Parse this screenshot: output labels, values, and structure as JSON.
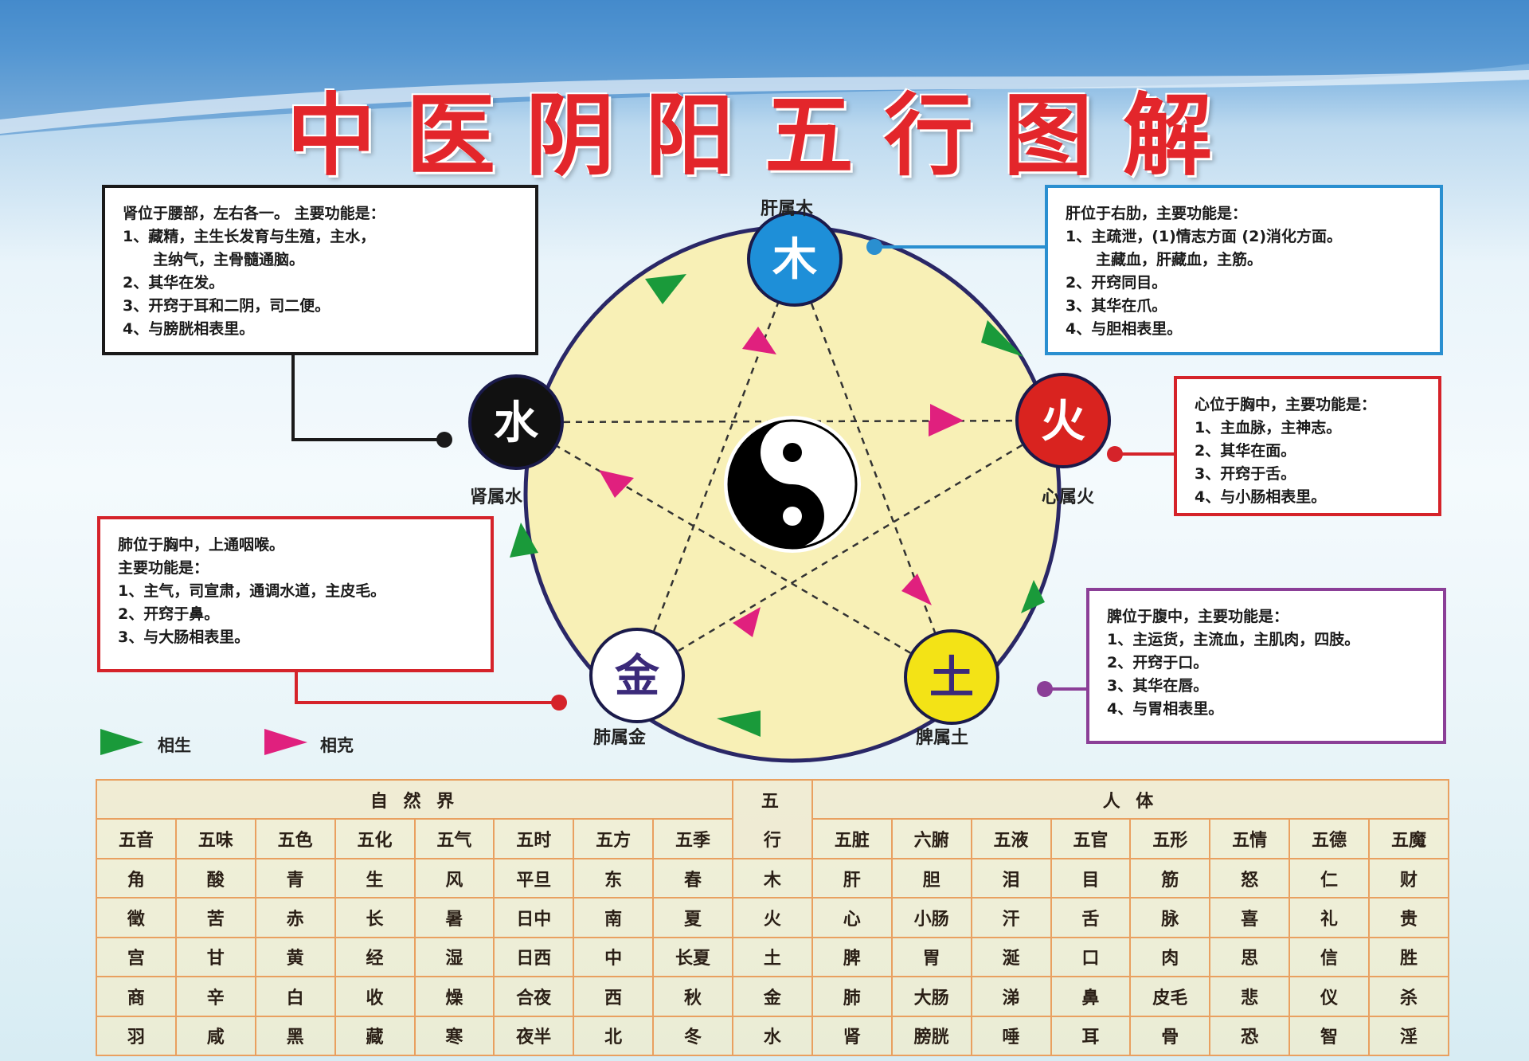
{
  "title": "中医阴阳五行图解",
  "elements": {
    "wood": {
      "glyph": "木",
      "label": "肝属木",
      "color": "#1e8fd8",
      "text_color": "#ffffff"
    },
    "fire": {
      "glyph": "火",
      "label": "心属火",
      "color": "#d9231f",
      "text_color": "#ffffff"
    },
    "earth": {
      "glyph": "土",
      "label": "脾属土",
      "color": "#f3e316",
      "text_color": "#3b2a7a"
    },
    "metal": {
      "glyph": "金",
      "label": "肺属金",
      "color": "#ffffff",
      "text_color": "#3b2a7a"
    },
    "water": {
      "glyph": "水",
      "label": "肾属水",
      "color": "#111111",
      "text_color": "#ffffff"
    }
  },
  "cycle_color": "#f8f0b6",
  "legend": {
    "generate": {
      "label": "相生",
      "color": "#1a9a3a"
    },
    "restrain": {
      "label": "相克",
      "color": "#e0207e"
    }
  },
  "boxes": {
    "kidney": [
      "肾位于腰部，左右各一。 主要功能是：",
      "1、藏精，主生长发育与生殖，主水，",
      "主纳气，主骨髓通脑。",
      "2、其华在发。",
      "3、开窍于耳和二阴，司二便。",
      "4、与膀胱相表里。"
    ],
    "liver": [
      "肝位于右肋，主要功能是：",
      "1、主疏泄，(1)情志方面 (2)消化方面。",
      "主藏血，肝藏血，主筋。",
      "2、开窍同目。",
      "3、其华在爪。",
      "4、与胆相表里。"
    ],
    "heart": [
      "心位于胸中，主要功能是：",
      "1、主血脉，主神志。",
      "2、其华在面。",
      "3、开窍于舌。",
      "4、与小肠相表里。"
    ],
    "lung": [
      "肺位于胸中，上通咽喉。",
      "主要功能是：",
      "1、主气，司宣肃，通调水道，主皮毛。",
      "2、开窍于鼻。",
      "3、与大肠相表里。"
    ],
    "spleen": [
      "脾位于腹中，主要功能是：",
      "1、主运货，主流血，主肌肉，四肢。",
      "2、开窍于口。",
      "3、其华在唇。",
      "4、与胃相表里。"
    ]
  },
  "table": {
    "group_nature": "自 然 界",
    "group_wu": "五",
    "group_body": "人 体",
    "headers_nature": [
      "五音",
      "五味",
      "五色",
      "五化",
      "五气",
      "五时",
      "五方",
      "五季"
    ],
    "header_mid": "行",
    "headers_body": [
      "五脏",
      "六腑",
      "五液",
      "五官",
      "五形",
      "五情",
      "五德",
      "五魔"
    ],
    "rows": [
      [
        "角",
        "酸",
        "青",
        "生",
        "风",
        "平旦",
        "东",
        "春",
        "木",
        "肝",
        "胆",
        "泪",
        "目",
        "筋",
        "怒",
        "仁",
        "财"
      ],
      [
        "徵",
        "苦",
        "赤",
        "长",
        "暑",
        "日中",
        "南",
        "夏",
        "火",
        "心",
        "小肠",
        "汗",
        "舌",
        "脉",
        "喜",
        "礼",
        "贵"
      ],
      [
        "宫",
        "甘",
        "黄",
        "经",
        "湿",
        "日西",
        "中",
        "长夏",
        "土",
        "脾",
        "胃",
        "涎",
        "口",
        "肉",
        "思",
        "信",
        "胜"
      ],
      [
        "商",
        "辛",
        "白",
        "收",
        "燥",
        "合夜",
        "西",
        "秋",
        "金",
        "肺",
        "大肠",
        "涕",
        "鼻",
        "皮毛",
        "悲",
        "仪",
        "杀"
      ],
      [
        "羽",
        "咸",
        "黑",
        "藏",
        "寒",
        "夜半",
        "北",
        "冬",
        "水",
        "肾",
        "膀胱",
        "唾",
        "耳",
        "骨",
        "恐",
        "智",
        "淫"
      ]
    ]
  }
}
